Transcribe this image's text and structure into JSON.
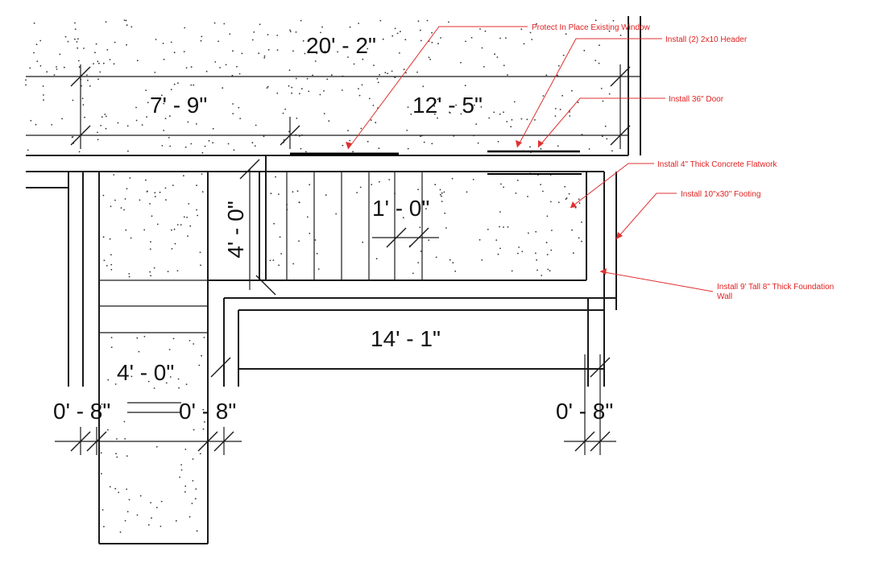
{
  "dimensions": {
    "overall_width": "20' - 2\"",
    "left_span": "7' - 9\"",
    "right_span": "12' - 5\"",
    "vertical_span": "4' - 0\"",
    "stair_depth": "1' - 0\"",
    "lower_width": "14' - 1\"",
    "stair_width": "4' - 0\"",
    "left_wall_1": "0' - 8\"",
    "left_wall_2": "0' - 8\"",
    "right_wall": "0' - 8\""
  },
  "notes": {
    "window": "Protect In Place Existing Window",
    "header": "Install (2) 2x10 Header",
    "door": "Install 36\" Door",
    "flatwork": "Install 4\" Thick Concrete Flatwork",
    "footing": "Install 10\"x30\" Footing",
    "foundation_line1": "Install 9' Tall 8\" Thick Foundation",
    "foundation_line2": "Wall"
  },
  "colors": {
    "annotation": "#e02020",
    "linework": "#1a1a1a"
  }
}
